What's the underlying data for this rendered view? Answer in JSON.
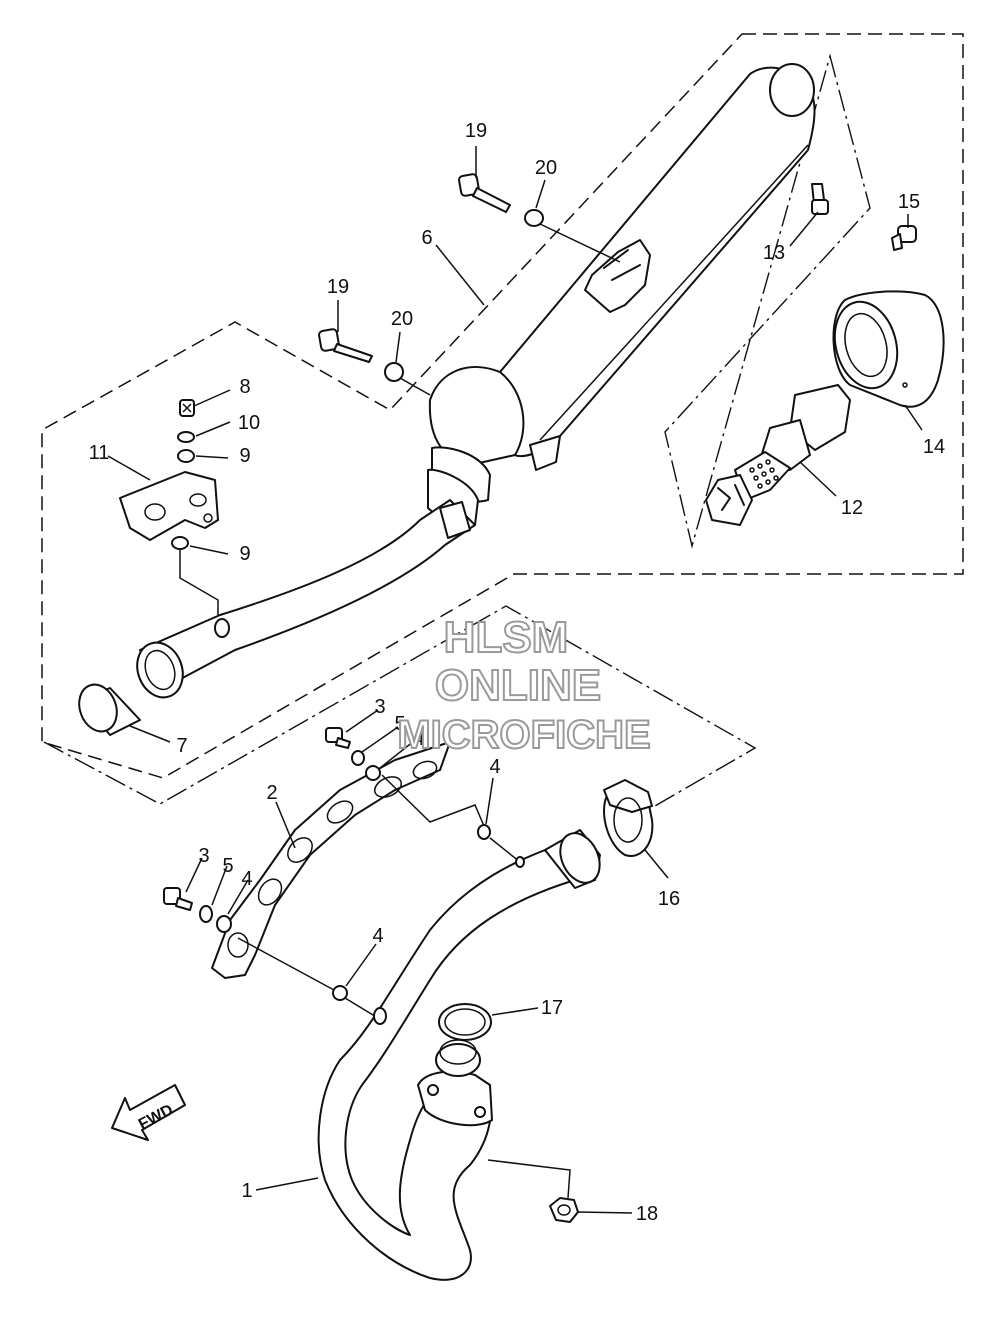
{
  "diagram": {
    "callouts": [
      {
        "id": "c19a",
        "text": "19"
      },
      {
        "id": "c20a",
        "text": "20"
      },
      {
        "id": "c6",
        "text": "6"
      },
      {
        "id": "c13",
        "text": "13"
      },
      {
        "id": "c15",
        "text": "15"
      },
      {
        "id": "c19b",
        "text": "19"
      },
      {
        "id": "c20b",
        "text": "20"
      },
      {
        "id": "c8",
        "text": "8"
      },
      {
        "id": "c10",
        "text": "10"
      },
      {
        "id": "c11",
        "text": "11"
      },
      {
        "id": "c9a",
        "text": "9"
      },
      {
        "id": "c9b",
        "text": "9"
      },
      {
        "id": "c14",
        "text": "14"
      },
      {
        "id": "c12",
        "text": "12"
      },
      {
        "id": "c7",
        "text": "7"
      },
      {
        "id": "c3a",
        "text": "3"
      },
      {
        "id": "c5a",
        "text": "5"
      },
      {
        "id": "c4a",
        "text": "4"
      },
      {
        "id": "c4b",
        "text": "4"
      },
      {
        "id": "c2",
        "text": "2"
      },
      {
        "id": "c16",
        "text": "16"
      },
      {
        "id": "c3b",
        "text": "3"
      },
      {
        "id": "c5b",
        "text": "5"
      },
      {
        "id": "c4c",
        "text": "4"
      },
      {
        "id": "c4d",
        "text": "4"
      },
      {
        "id": "c17",
        "text": "17"
      },
      {
        "id": "c1",
        "text": "1"
      },
      {
        "id": "c18",
        "text": "18"
      }
    ],
    "fwd_label": "FWD"
  },
  "watermark": {
    "line1": "HLSM",
    "line2": "ONLINE",
    "line3": "MICROFICHE"
  },
  "colors": {
    "ink": "#111111",
    "background": "#ffffff",
    "watermark_outline": "#9a9a9a"
  }
}
